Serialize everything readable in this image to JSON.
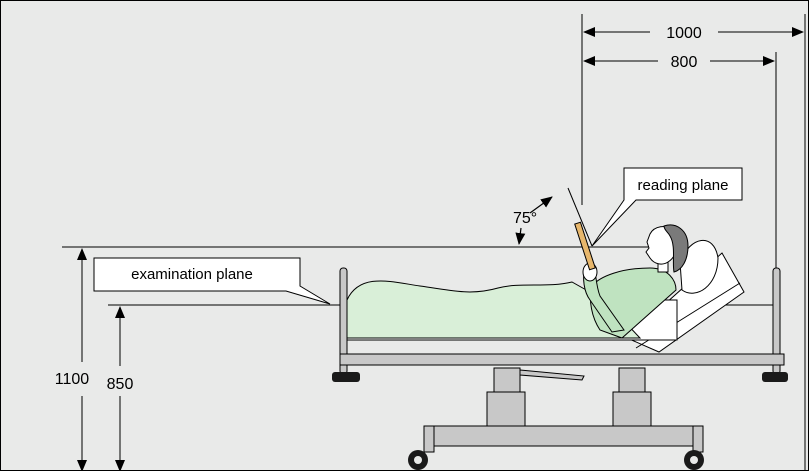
{
  "dimensions": {
    "top_outer": "1000",
    "top_inner": "800",
    "left_outer": "1100",
    "left_inner": "850"
  },
  "labels": {
    "reading_plane": "reading plane",
    "examination_plane": "examination plane",
    "angle": "75°"
  },
  "colors": {
    "background": "#e9eae9",
    "sheet": "#d9efd8",
    "gown": "#bfe3c0",
    "frame": "#c8c8c8",
    "book": "#e7b76c",
    "hair": "#7a7a7a"
  }
}
